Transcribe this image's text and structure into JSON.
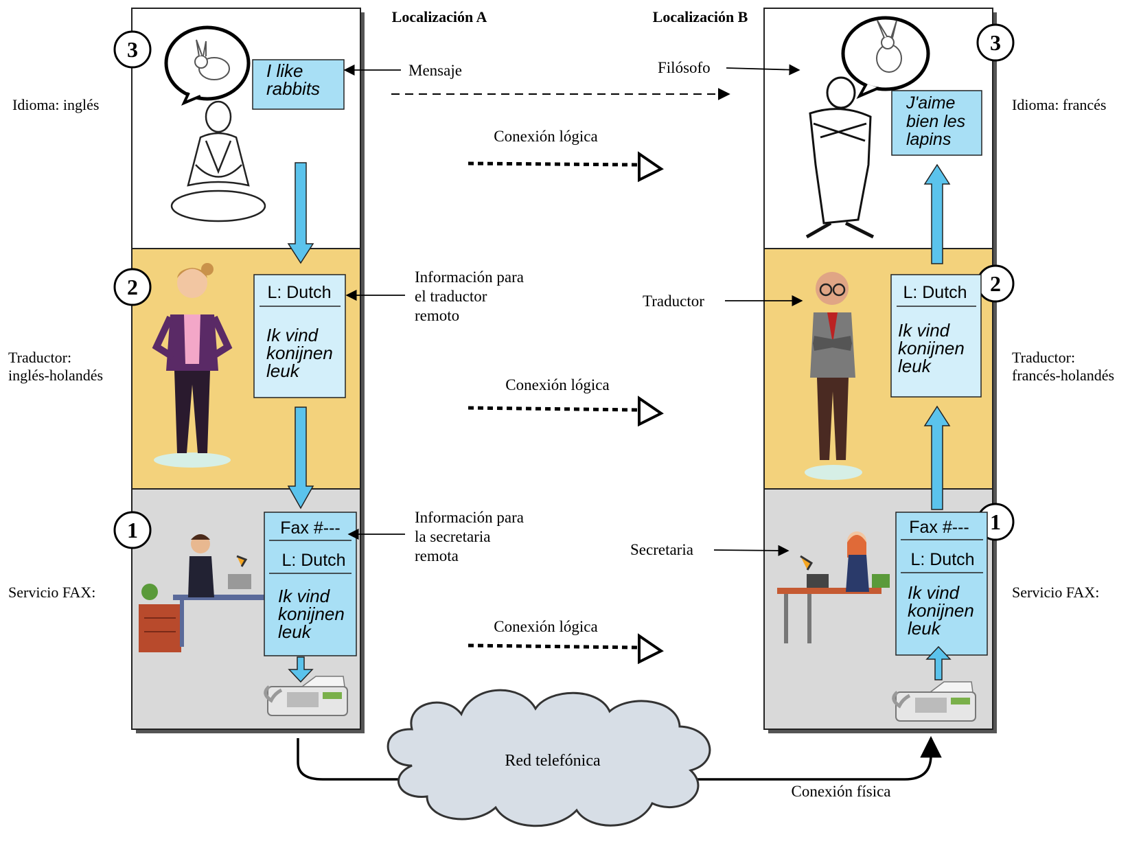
{
  "locations": {
    "a": "Localización A",
    "b": "Localización B"
  },
  "layers": {
    "n3": "3",
    "n2": "2",
    "n1": "1"
  },
  "left_side": {
    "language": "Idioma: inglés",
    "translator": [
      "Traductor:",
      "inglés-holandés"
    ],
    "fax_service": "Servicio FAX:",
    "message_box": [
      "I like",
      "rabbits"
    ],
    "translator_box": {
      "header": "L: Dutch",
      "body": [
        "Ik vind",
        "konijnen",
        "leuk"
      ]
    },
    "fax_box": {
      "fax": "Fax #---",
      "lang": "L: Dutch",
      "body": [
        "Ik vind",
        "konijnen",
        "leuk"
      ]
    }
  },
  "right_side": {
    "language": "Idioma: francés",
    "translator": [
      "Traductor:",
      "francés-holandés"
    ],
    "fax_service": "Servicio FAX:",
    "message_box": [
      "J'aime",
      "bien les",
      "lapins"
    ],
    "translator_box": {
      "header": "L: Dutch",
      "body": [
        "Ik vind",
        "konijnen",
        "leuk"
      ]
    },
    "fax_box": {
      "fax": "Fax #---",
      "lang": "L: Dutch",
      "body": [
        "Ik vind",
        "konijnen",
        "leuk"
      ]
    }
  },
  "center": {
    "mensaje": "Mensaje",
    "filosofo": "Filósofo",
    "logical_connection": "Conexión lógica",
    "info_translator": [
      "Información para",
      "el traductor",
      "remoto"
    ],
    "traductor": "Traductor",
    "info_secretary": [
      "Información para",
      "la secretaria",
      "remota"
    ],
    "secretaria": "Secretaria",
    "network": "Red telefónica",
    "physical_connection": "Conexión física"
  },
  "colors": {
    "layer3": "#ffffff",
    "layer2": "#f3d27c",
    "layer1": "#d9d9d9",
    "box_blue": "#a8dff5",
    "box_light": "#d3effa",
    "arrow_blue": "#5bc3ec",
    "cloud": "#d7dee6"
  }
}
